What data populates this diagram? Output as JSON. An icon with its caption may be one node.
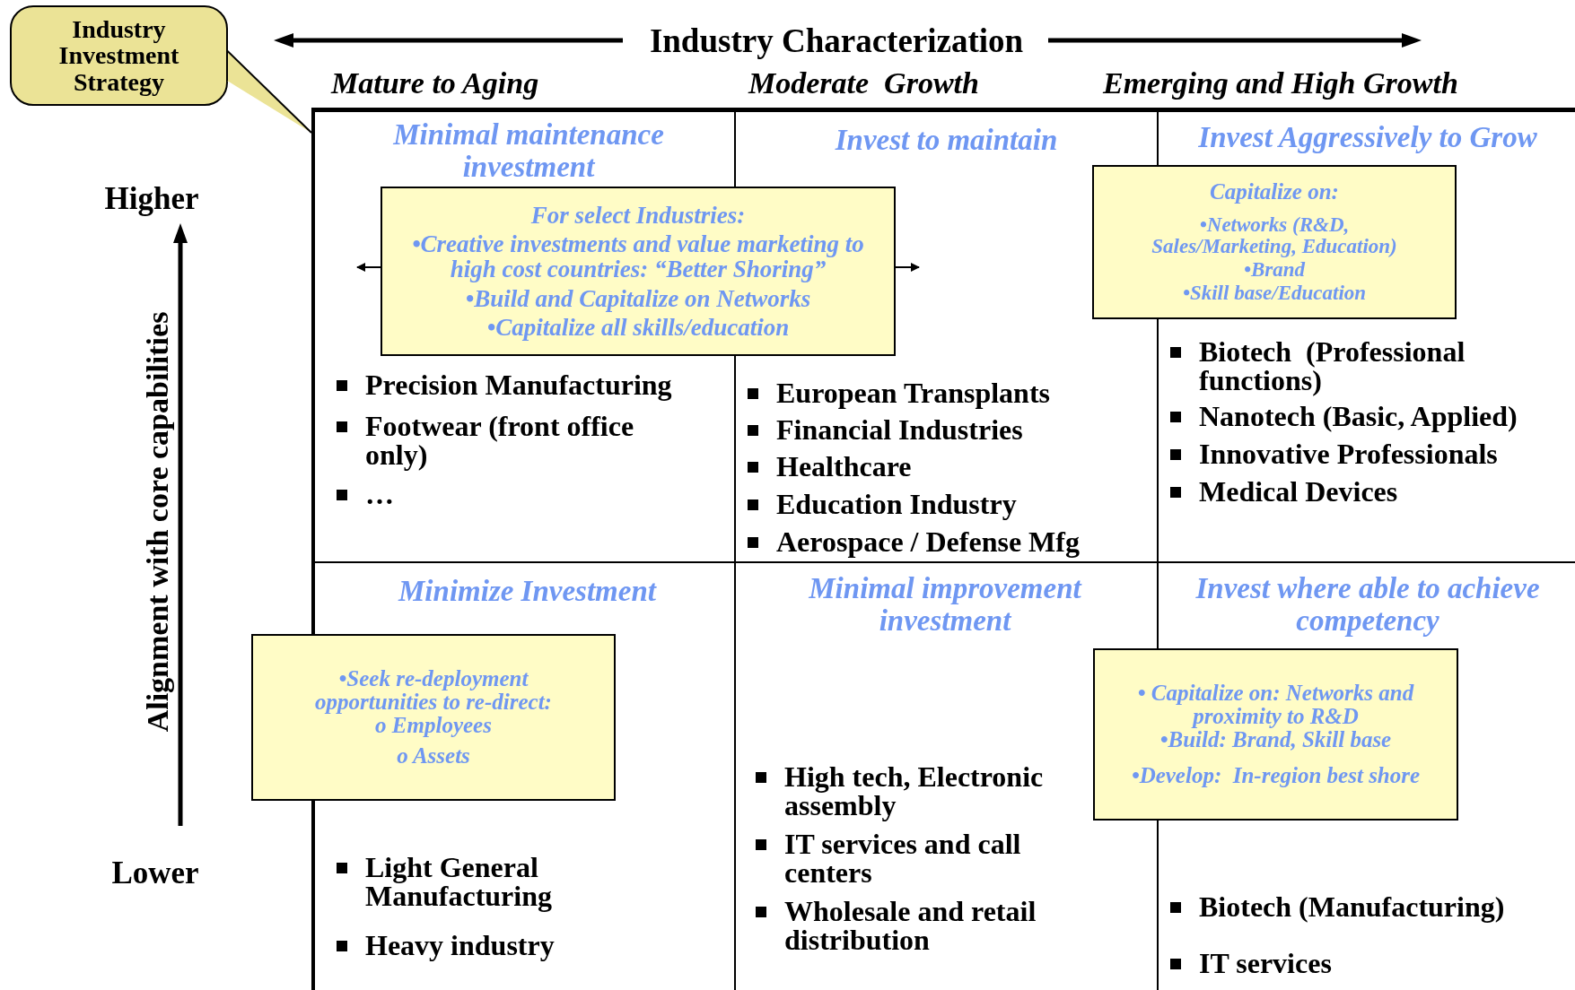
{
  "diagram": {
    "nodes": [
      {
        "text": [
          "Industry Investment Strategy"
        ]
      },
      {
        "text": [
          "Minimal maintenance investment",
          "Precision Manufacturing",
          "Footwear (front office only)",
          "…"
        ]
      },
      {
        "text": [
          "Invest to maintain",
          "European Transplants",
          "Financial Industries",
          "Healthcare",
          "Education Industry",
          "Aerospace / Defense Mfg"
        ]
      },
      {
        "text": [
          "Invest Aggressively to Grow",
          "Biotech  (Professional functions)",
          "Nanotech (Basic, Applied)",
          "Innovative Professionals",
          "Medical Devices"
        ]
      },
      {
        "text": [
          "Minimize Investment",
          "Light General Manufacturing",
          "Heavy industry"
        ]
      },
      {
        "text": [
          "Minimal improvement investment",
          "High tech, Electronic assembly",
          "IT services and call centers",
          "Wholesale and retail distribution"
        ]
      },
      {
        "text": [
          "Invest where able to achieve competency",
          "Biotech (Manufacturing)",
          "IT services"
        ]
      },
      {
        "text": [
          "For select Industries:",
          "•Creative investments and value marketing to high cost countries: “Better Shoring”",
          "•Build and Capitalize on Networks",
          "•Capitalize all skills/education"
        ]
      },
      {
        "text": [
          "Capitalize on:",
          "•Networks (R&D, Sales/Marketing, Education)",
          "•Brand",
          "•Skill base/Education"
        ]
      },
      {
        "text": [
          "•Seek re-deployment opportunities to re-direct:",
          "o Employees",
          "o Assets"
        ]
      },
      {
        "text": [
          "• Capitalize on: Networks and proximity to R&D",
          "•Build: Brand, Skill base",
          "•Develop:  In-region best shore"
        ]
      }
    ],
    "edges": [
      {
        "from": 0,
        "to": 1,
        "arrow": "none"
      },
      {
        "from": 7,
        "to": null,
        "arrow": "to"
      },
      {
        "from": 7,
        "to": null,
        "arrow": "to"
      }
    ],
    "labels": [
      "Industry Characterization",
      "Mature to Aging",
      "Moderate  Growth",
      "Emerging and High Growth",
      "Higher",
      "Alignment with core capabilities",
      "Lower"
    ]
  }
}
